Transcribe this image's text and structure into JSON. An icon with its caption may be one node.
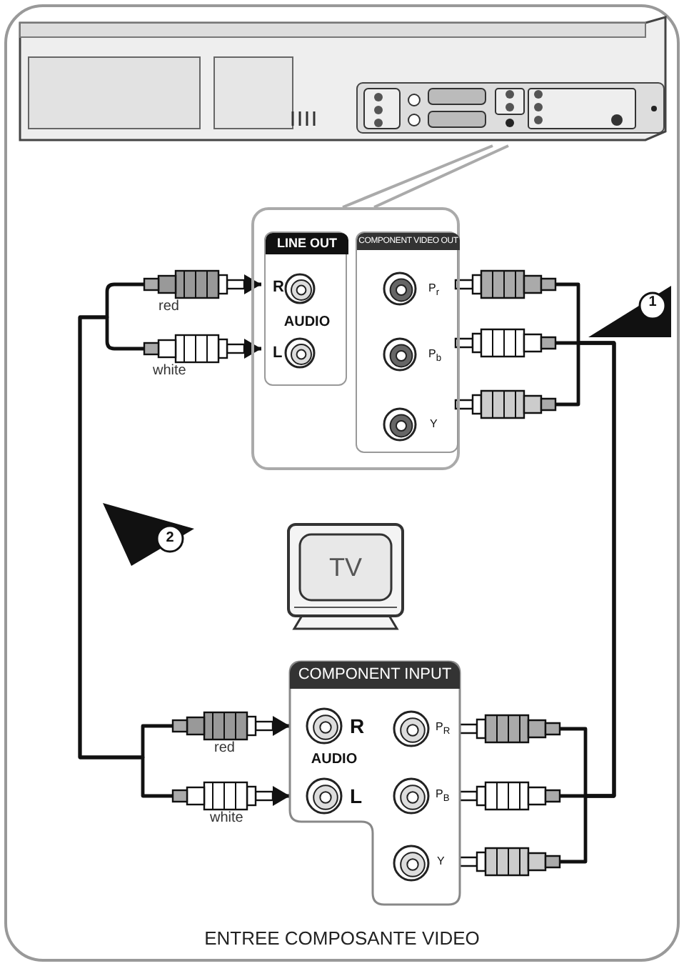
{
  "diagram": {
    "caption": "ENTREE COMPOSANTE VIDEO",
    "nodes": [
      {
        "text": [],
        "shape": "picture"
      },
      {
        "text": [],
        "shape": "box"
      },
      {
        "text": [
          "LINE OUT",
          "R",
          "AUDIO",
          "L"
        ],
        "in": 1
      },
      {
        "text": [
          "COMPONENT VIDEO OUT",
          "P$_{r}$",
          "P$_{b}$",
          "Y"
        ],
        "in": 1
      },
      {
        "text": [
          "TV"
        ]
      },
      {
        "text": [
          "COMPONENT INPUT",
          "R",
          "AUDIO",
          "L",
          "P$_{R}$",
          "P$_{B}$",
          "Y"
        ]
      },
      {
        "text": [
          "1"
        ]
      },
      {
        "text": [
          "2"
        ]
      }
    ],
    "edges": [
      {
        "from": 0,
        "to": 1,
        "arrow": "none",
        "color": "#aaaaaa"
      },
      {
        "from": 2,
        "to": 5,
        "arrow": "both"
      },
      {
        "from": 2,
        "to": 5,
        "arrow": "both"
      },
      {
        "from": 3,
        "to": 5,
        "arrow": "other"
      },
      {
        "from": 3,
        "to": 5,
        "arrow": "other"
      },
      {
        "from": 3,
        "to": 5,
        "arrow": "other"
      }
    ],
    "labels": [
      "red",
      "white",
      "red",
      "white"
    ]
  }
}
